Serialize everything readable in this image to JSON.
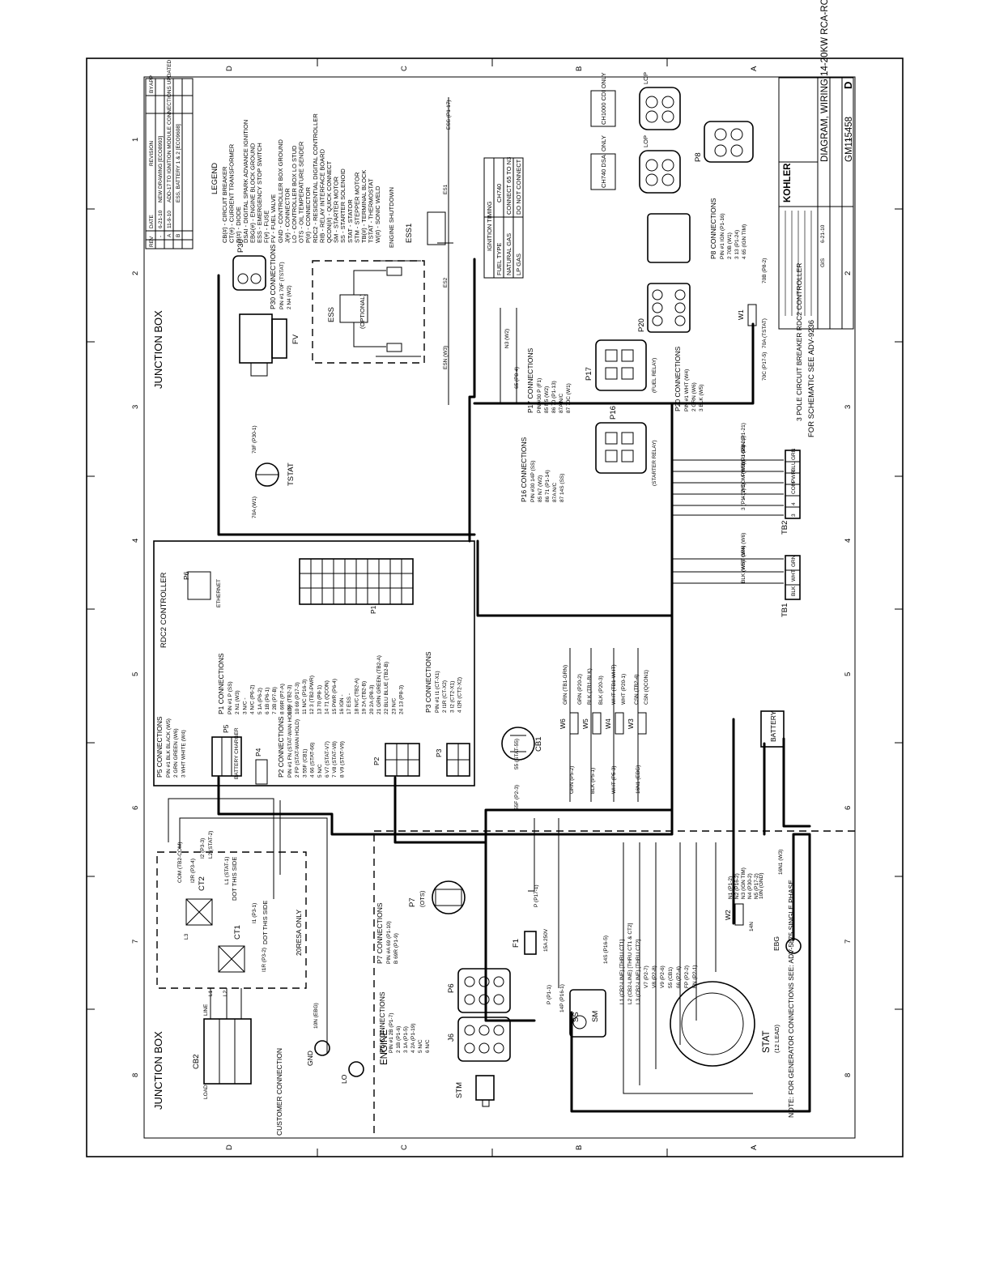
{
  "zones": {
    "letters": [
      "D",
      "C",
      "B",
      "A"
    ],
    "numbers": [
      "1",
      "2",
      "3",
      "4",
      "5",
      "6",
      "7",
      "8"
    ]
  },
  "titles": {
    "junction_box_top": "JUNCTION BOX",
    "junction_box_bottom": "JUNCTION BOX",
    "engine": "ENGINE",
    "customer_connection": "CUSTOMER CONNECTION",
    "rdc2_controller": "RDC2 CONTROLLER",
    "ethernet": "ETHERNET",
    "schematic_ref": "FOR SCHEMATIC SEE ADV-9236",
    "cb_note": "3 POLE CIRCUIT BREAKER RDC2 CONTROLLER",
    "note": "NOTE: FOR GENERATOR CONNECTIONS SEE: ADV-5875 SINGLE PHASE."
  },
  "legend": {
    "title": "LEGEND",
    "items": [
      "CB(#) - CIRCUIT BREAKER",
      "CT(#) - CURRENT TRANSFORMER",
      "D(#) - DIODE",
      "DSAI - DIGITAL SPARK ADVANCE IGNITION",
      "EBG(#) - ENGINE BLOCK GROUND",
      "ESS - EMERGENCY STOP SWITCH",
      "F(#) - FUSE",
      "FV - FUEL VALVE",
      "GND - CONTROLLER BOX GROUND",
      "J(#) - CONNECTOR",
      "LO - CONTROLLER BOX LO STUD",
      "OTS - OIL TEMPERATURE SENDER",
      "P(#) - CONNECTOR",
      "RDC2 - RESIDENTIAL DIGITAL CONTROLLER",
      "RIB - RELAY INTERFACE BOARD",
      "QCON(#) - QUICK CONNECT",
      "SM - STARTER MOTOR",
      "SS - STARTER SOLENOID",
      "STAT - STATOR",
      "STM - STEPPER MOTOR",
      "TB(#) - TERMINAL BLOCK",
      "TSTAT - THERMOSTAT",
      "W(#) - SONIC WELD"
    ]
  },
  "revisions": {
    "headers": [
      "REV",
      "DATE",
      "REVISION",
      "BY",
      "APP"
    ],
    "rows": [
      [
        "-",
        "6-21-10",
        "NEW DRAWING [ECO8993]",
        "",
        ""
      ],
      [
        "A",
        "11-9-10",
        "ADD-17 TO IGNITION MODULE CONNECTIONS UPDATED",
        "",
        ""
      ],
      [
        "B",
        "",
        "ESS, BATTERY 1 & 2 [ECO9608]",
        "",
        ""
      ]
    ]
  },
  "title_block": {
    "company": "KOHLER",
    "title": "DIAGRAM, WIRING 14-20KW RCA-RCB",
    "drawing_no": "GM115458",
    "sheet": "D",
    "drawn": "GIS",
    "date": "6-21-10"
  },
  "ignition_table": {
    "title": "IGNITION TIMING",
    "headers": [
      "FUEL TYPE",
      "CH740"
    ],
    "rows": [
      [
        "NATURAL GAS",
        "CONNECT 65 TO N3"
      ],
      [
        "LP GAS",
        "DO NOT CONNECT"
      ]
    ]
  },
  "connections": {
    "p1": {
      "title": "P1 CONNECTIONS",
      "rows": [
        "PIN #1 P (SS)",
        "2 N1 (W3)",
        "3 N/C -",
        "4 N/C (P6-2)",
        "5 1A (P6-2)",
        "6 1B (P6-1)",
        "7 2B (P7-B)",
        "8 69R (P7-A)",
        "9 69 (TB2-3)",
        "10 69 (P17-3)",
        "11 N/C (P16-3)",
        "12 3 (TB2-PWR)",
        "13 70 (P8-1)",
        "14 71 (QCON)",
        "15 PWR (P6-4)",
        "16 IGN -",
        "17 ESS -",
        "18 N/C (TB2-A)",
        "19 2A (TB2-B)",
        "20 2A (P8-3)",
        "21 GRN GREEN (TB2-A)",
        "22 BLU BLUE (TB2-B)",
        "23 N/C",
        "24 13 (P8-3)"
      ]
    },
    "p2": {
      "title": "P2 CONNECTIONS",
      "rows": [
        "PIN #1 FN (STAT-WAN HOLD)",
        "2 FP (STAT-WAN HOLD)",
        "3 55F (CB1)",
        "4 66 (STAT-66)",
        "5 N/C",
        "6 V7 (STAT-V7)",
        "7 V8 (STAT-V8)",
        "8 V9 (STAT-V9)"
      ]
    },
    "p3": {
      "title": "P3 CONNECTIONS",
      "rows": [
        "PIN #1 I1 (CT-X1)",
        "2 I1R (CT-X2)",
        "3 I2 (CT2-X1)",
        "4 I2R (CT2-X2)"
      ]
    },
    "p5": {
      "title": "P5 CONNECTIONS",
      "rows": [
        "PIN #1 BLK BLACK (W5)",
        "2 GRN GREEN (W6)",
        "3 WHT WHITE (W4)"
      ]
    },
    "p6": {
      "title": "P6 CONNECTIONS",
      "rows": [
        "PIN #1 2B (P1-7)",
        "2 1B (P1-6)",
        "3 1A (P1-5)",
        "4 2A (P1-19)",
        "5 N/C",
        "6 N/C"
      ]
    },
    "p7": {
      "title": "P7 CONNECTIONS",
      "rows": [
        "PIN #A 69 (P1-10)",
        "B 69R (P1-9)"
      ]
    },
    "p8": {
      "title": "P8 CONNECTIONS",
      "rows": [
        "PIN #1 IGN (P1-16)",
        "2 70B (W1)",
        "3 13 (P1-24)",
        "4 65 (IGN TIM)"
      ]
    },
    "p16": {
      "title": "P16 CONNECTIONS",
      "rows": [
        "PIN #30 14P (SS)",
        "85 N7 (W2)",
        "86 71 (P1-14)",
        "87A N/C",
        "87 14S (SS)"
      ]
    },
    "p17": {
      "title": "P17 CONNECTIONS",
      "rows": [
        "PIN #30 P (F1)",
        "85 N5 (W2)",
        "86 70 (P1-13)",
        "87A N/C",
        "87 70C (W1)"
      ]
    },
    "p20": {
      "title": "P20 CONNECTIONS",
      "rows": [
        "PIN #1 WHT (W4)",
        "2 GRN (W6)",
        "3 BLK (W5)"
      ]
    },
    "p30": {
      "title": "P30 CONNECTIONS",
      "rows": [
        "PIN #1 70F (TSTAT)",
        "2 N4 (W2)"
      ]
    }
  },
  "labels": {
    "p30": "P30",
    "fv": "FV",
    "ess": "ESS",
    "ess_optional": "(OPTIONAL)",
    "ess1": "ESS1",
    "engine_shutdown": "ENGINE SHUTDOWN",
    "tstat": "TSTAT",
    "p6": "P6",
    "p4": "P4",
    "p5": "P5",
    "p2": "P2",
    "p3": "P3",
    "p1": "P1",
    "cb1": "CB1",
    "cb2": "CB2",
    "ct1": "CT1",
    "ct2": "CT2",
    "dot1": "DOT THIS SIDE",
    "dot2": "DOT THIS SIDE",
    "only_20": "20RESA ONLY",
    "f1": "F1",
    "f1_rating": "15A 250V",
    "p7": "P7",
    "ots": "(OTS)",
    "j6": "J6",
    "stm": "STM",
    "ss": "SS",
    "sm": "SM",
    "stat": "STAT",
    "stat_sub": "(12 LEAD)",
    "ebg": "EBG",
    "gnd": "GND",
    "lo": "LO",
    "battery": "BATTERY",
    "tb1": "TB1",
    "tb2": "TB2",
    "p16": "P16",
    "p17": "P17",
    "p20": "P20",
    "p8": "P8",
    "starter_relay": "(STARTER RELAY)",
    "fuel_relay": "(FUEL RELAY)",
    "ch1000": "CH1000 CDI ONLY",
    "ch740": "CH740 DSAI ONLY",
    "lop": "LOP",
    "w1": "W1",
    "w2": "W2",
    "w3": "W3",
    "w4": "W4",
    "w5": "W5",
    "w6": "W6",
    "ignition_timing_see_chart": "IGNITION TIMING (SEE CHART)",
    "battery_charger": "BATTERY CHARGER",
    "line_labels": [
      "L1",
      "L2",
      "L3"
    ],
    "load_labels": [
      "LOAD",
      "LINE"
    ]
  },
  "tb2_terminals": [
    "4",
    "PWR",
    "COM",
    "4",
    "3"
  ],
  "tb2_colors": [
    "GRN",
    "BLU",
    "PWR",
    "COM",
    "4",
    "3"
  ],
  "tb1_terminals": [
    "GRN",
    "WHT",
    "BLK"
  ],
  "wire_labels": {
    "tb2_wires": [
      "GRN (P1-21)",
      "BLU (P1-22)",
      "PWR (P1-15)",
      "COM (W3)",
      "4 (W3)",
      "3 (P1-12)"
    ],
    "tb1_wires": [
      "GRN (W6)",
      "WHT (W4)",
      "BLK (W5)"
    ],
    "right_w": [
      "N1 (P1-2)",
      "N2 (P16-2)",
      "N3 (IGN TIM)",
      "N4 (P30-2)",
      "N5 (P17-2)"
    ],
    "stat_leads": [
      "L1 (CB2-LINE) [THRU CT1]",
      "L2 (CB2-LINE) [THRU CT1 & CT2]",
      "L3 (CB2-LINE) [THRU CT2]",
      "V7 (P2-7)",
      "V8 (P2-8)",
      "V9 (P2-6)",
      "55 (CB1)",
      "66 (P2-4)",
      "FP (P2-2)",
      "FN (P2-1)"
    ],
    "misc": [
      "70A (W1)",
      "70F (P30-1)",
      "ESN (W3)",
      "ES1",
      "ES2",
      "65 (P8-4)",
      "N3 (W2)",
      "70C (P17-5)",
      "70A (TSTAT)",
      "70B (P8-2)",
      "55F (P2-3)",
      "55 (STAT-55)",
      "P (P17-1)",
      "P (P1-1)",
      "14P (P16-1)",
      "14S (P16-5)",
      "10N (EBG)",
      "10N (GND)",
      "14N",
      "16N1 (W3)",
      "ESS (P1-17)",
      "GRN (P5-2)",
      "BLK (P5-1)",
      "WHT (P5-3)",
      "16N1 (EBG)",
      "GRN (TB1-GRN)",
      "GRN (P20-2)",
      "BLK (TB1-BLK)",
      "BLK (P20-3)",
      "WHT (TB1-WHT)",
      "WHT (P20-1)",
      "CSN (TB2-4)",
      "CSN (QCON1)",
      "COM (TB2-COM)",
      "I2R (P3-4)",
      "I2 (P3-3)",
      "L2 (STAT-2)",
      "L1 (STAT-1)",
      "I1 (P3-1)",
      "I1R (P3-2)",
      "L3",
      "L1",
      "L2"
    ]
  }
}
